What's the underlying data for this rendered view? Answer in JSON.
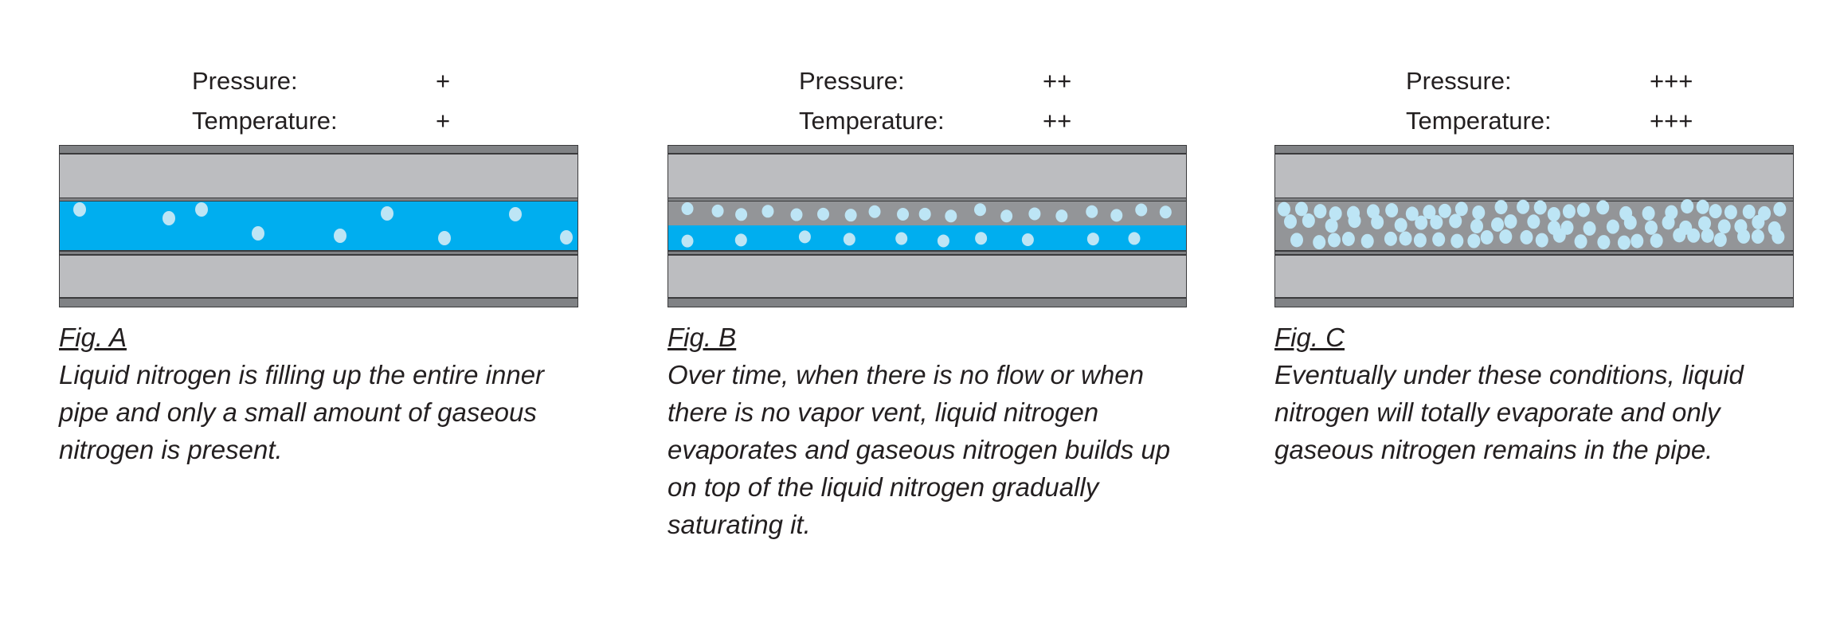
{
  "colors": {
    "liquid": "#00aeef",
    "bubble": "#bde5f5",
    "gas": "#939598",
    "insulation": "#bcbdc0",
    "wall": "#808285",
    "text": "#231f20"
  },
  "figures": [
    {
      "pressure_label": "Pressure:",
      "pressure_value": "+",
      "temperature_label": "Temperature:",
      "temperature_value": "+",
      "title": "Fig. A",
      "caption": "Liquid nitrogen is filling up the entire inner pipe and only a small amount of gaseous nitrogen is present.",
      "state": "liquid"
    },
    {
      "pressure_label": "Pressure:",
      "pressure_value": "++",
      "temperature_label": "Temperature:",
      "temperature_value": "++",
      "title": "Fig. B",
      "caption": "Over time, when there is no flow or when there is no vapor vent, liquid nitrogen evaporates and gaseous nitrogen builds up on top of the liquid nitrogen gradually saturating it.",
      "state": "mixed"
    },
    {
      "pressure_label": "Pressure:",
      "pressure_value": "+++",
      "temperature_label": "Temperature:",
      "temperature_value": "+++",
      "title": "Fig. C",
      "caption": "Eventually under these conditions, liquid nitrogen will totally evaporate and only gaseous nitrogen remains in the pipe.",
      "state": "gas"
    }
  ]
}
